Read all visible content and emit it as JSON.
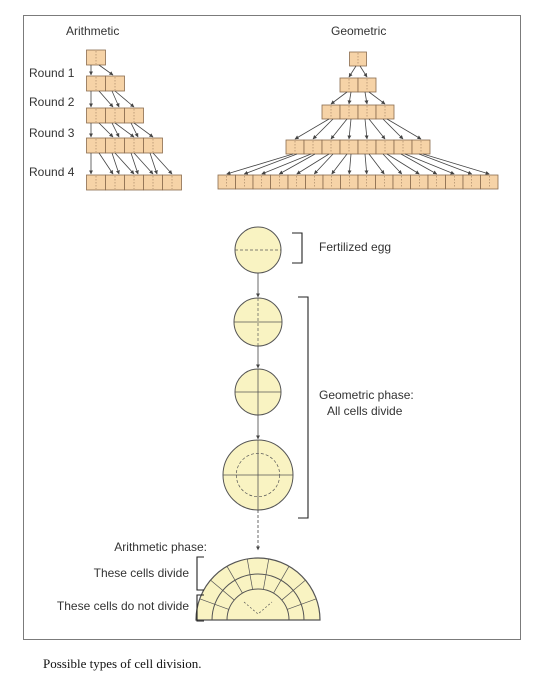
{
  "colors": {
    "frame": "#7b7b7b",
    "box_fill": "#f6d3a7",
    "box_stroke": "#8a6b4e",
    "cell_fill": "#f9f3c2",
    "cell_stroke": "#555555",
    "arrow": "#444444",
    "text": "#333333"
  },
  "diagram": {
    "arithmetic_title": "Arithmetic",
    "geometric_title": "Geometric",
    "rounds": [
      "Round 1",
      "Round 2",
      "Round 3",
      "Round 4"
    ],
    "arithmetic_boxes_per_row": [
      1,
      2,
      3,
      4,
      5
    ],
    "geometric_boxes_per_row": [
      1,
      2,
      4,
      8,
      16
    ],
    "fertilized_egg": "Fertilized egg",
    "geometric_phase_line1": "Geometric phase:",
    "geometric_phase_line2": "All cells divide",
    "arithmetic_phase": "Arithmetic phase:",
    "these_cells_divide": "These cells divide",
    "these_cells_do_not_divide": "These cells do not divide"
  },
  "caption": "Possible types of cell division."
}
